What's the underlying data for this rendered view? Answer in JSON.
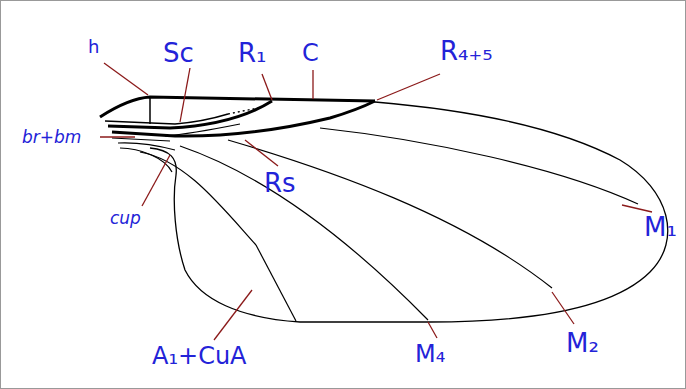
{
  "diagram": {
    "labels": [
      "h",
      "Sc",
      "R₁",
      "C",
      "R₄₊₅",
      "br+bm",
      "Rs",
      "cup",
      "M₁",
      "M₂",
      "M₄",
      "A₁+CuA"
    ]
  }
}
